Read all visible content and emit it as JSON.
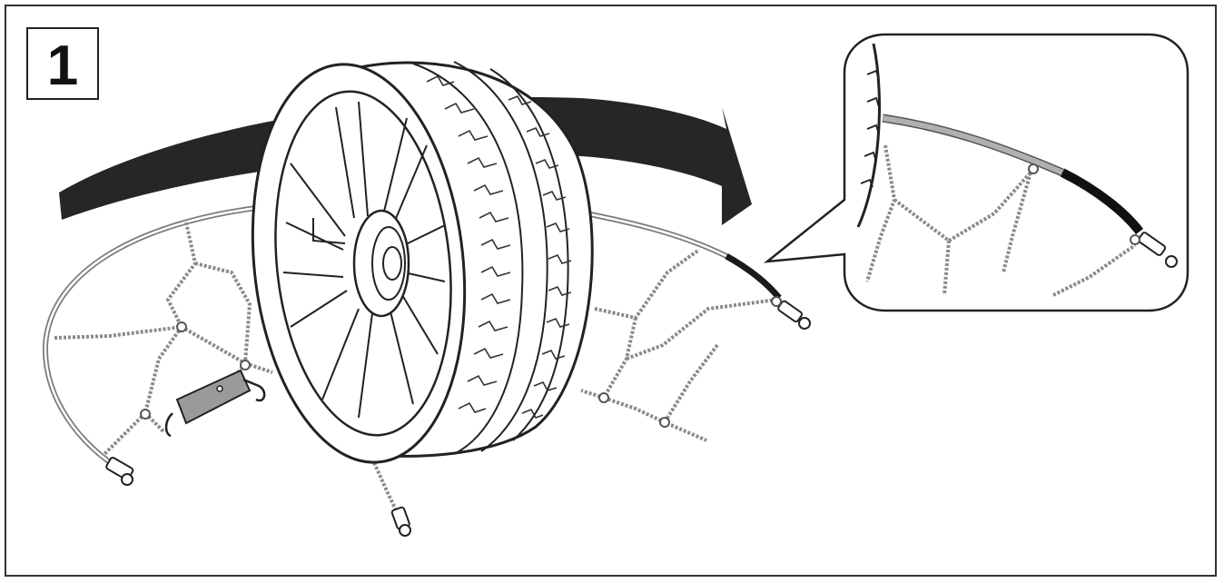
{
  "step": {
    "number": "1"
  },
  "illustration": {
    "subject": "snow-chain-on-tire",
    "arrow_direction": "clockwise",
    "has_detail_callout": true
  },
  "colors": {
    "line": "#222222",
    "arrow_fill": "#262626",
    "chain": "#8a8a8a",
    "cable_grey": "#9a9a9a",
    "background": "#ffffff"
  }
}
